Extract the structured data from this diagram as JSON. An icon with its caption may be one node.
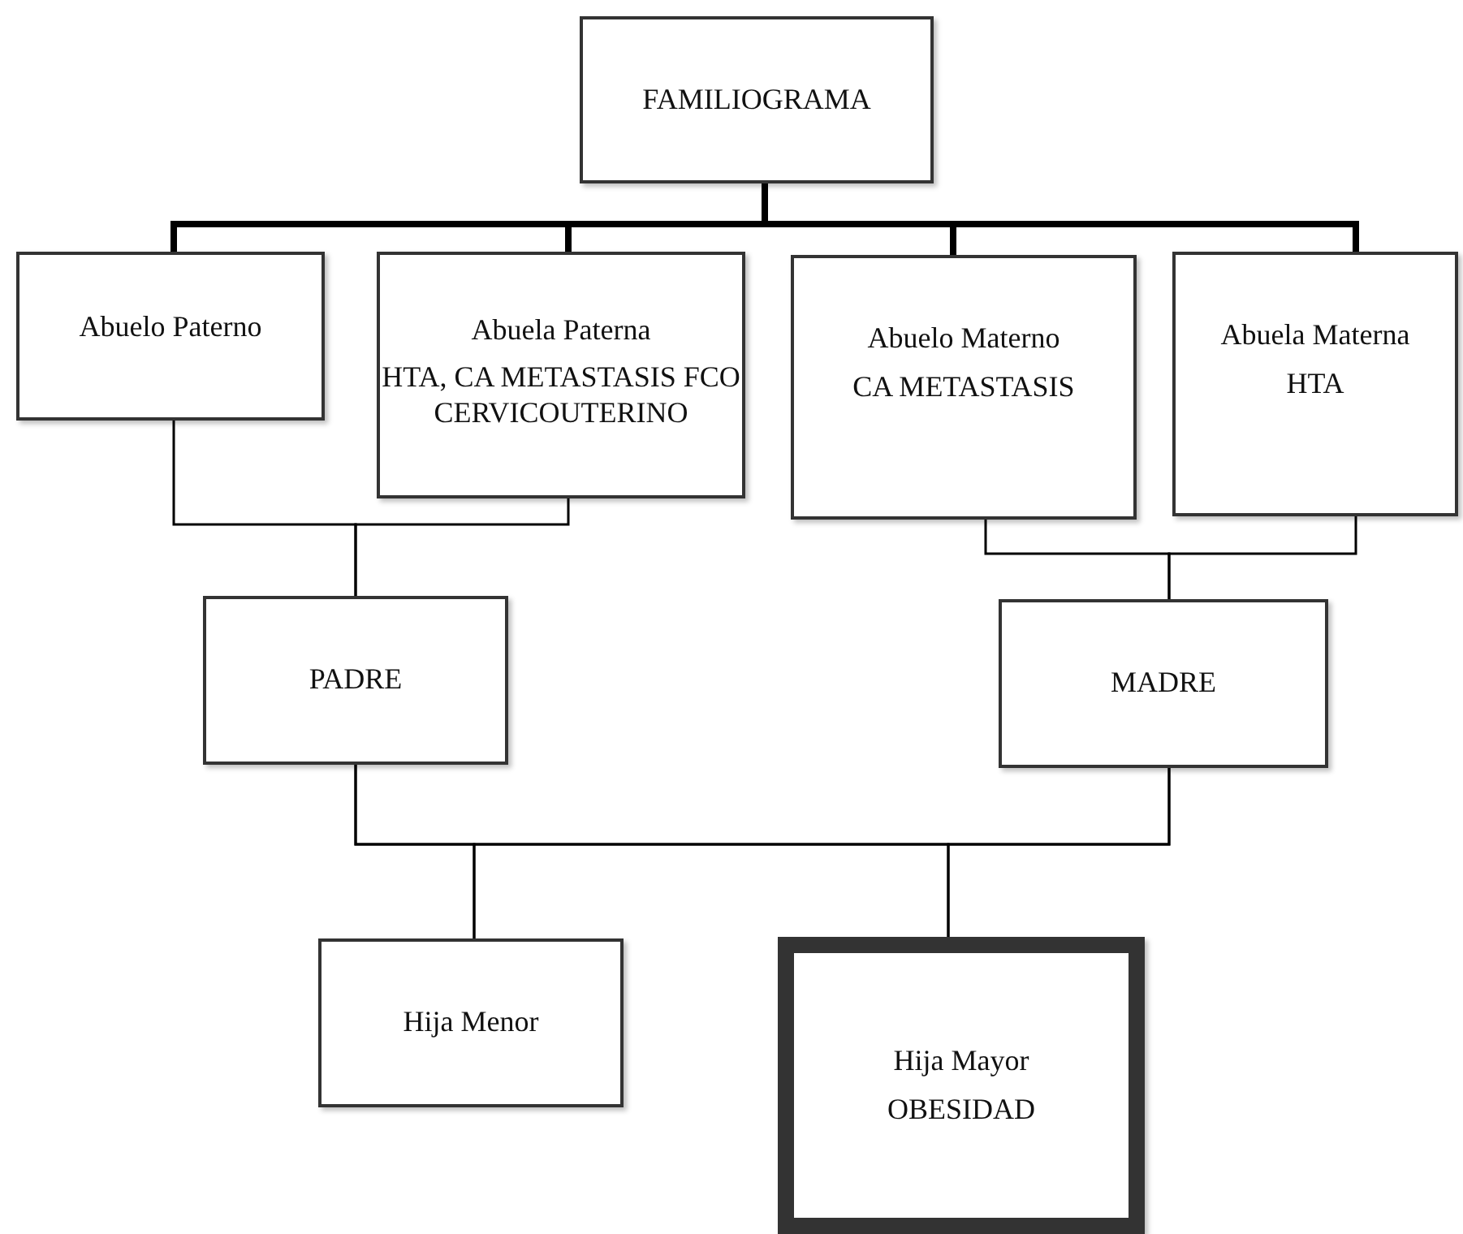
{
  "diagram": {
    "nodes": [
      {
        "text": [
          "FAMILIOGRAMA"
        ]
      },
      {
        "text": [
          "Abuelo Paterno"
        ]
      },
      {
        "text": [
          "Abuela Paterna",
          "HTA, CA METASTASIS FCO CERVICOUTERINO"
        ]
      },
      {
        "text": [
          "Abuelo Materno",
          "CA METASTASIS"
        ]
      },
      {
        "text": [
          "Abuela Materna",
          "HTA"
        ]
      },
      {
        "text": [
          "PADRE"
        ]
      },
      {
        "text": [
          "MADRE"
        ]
      },
      {
        "text": [
          "Hija Menor"
        ]
      },
      {
        "text": [
          "Hija Mayor",
          "OBESIDAD"
        ]
      }
    ],
    "edges": [
      {
        "from": 0,
        "to": 1,
        "arrow": "none",
        "style": "thick"
      },
      {
        "from": 0,
        "to": 2,
        "arrow": "none",
        "style": "thick"
      },
      {
        "from": 0,
        "to": 3,
        "arrow": "none",
        "style": "thick"
      },
      {
        "from": 0,
        "to": 4,
        "arrow": "none",
        "style": "thick"
      },
      {
        "from": 1,
        "to": 5,
        "arrow": "none"
      },
      {
        "from": 2,
        "to": 5,
        "arrow": "none"
      },
      {
        "from": 3,
        "to": 6,
        "arrow": "none"
      },
      {
        "from": 4,
        "to": 6,
        "arrow": "none"
      },
      {
        "from": 5,
        "to": 7,
        "arrow": "none"
      },
      {
        "from": 6,
        "to": 7,
        "arrow": "none"
      },
      {
        "from": 5,
        "to": 8,
        "arrow": "none"
      },
      {
        "from": 6,
        "to": 8,
        "arrow": "none"
      }
    ]
  }
}
